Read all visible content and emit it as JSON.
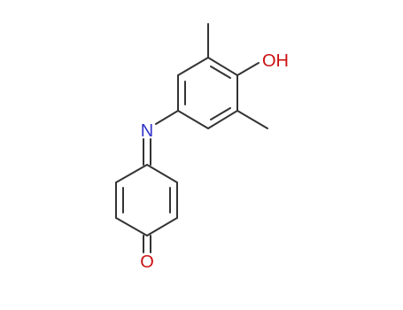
{
  "structure": {
    "atoms": [
      {
        "id": "N1",
        "label": "N",
        "color": "#3333cc"
      },
      {
        "id": "O1",
        "label": "O",
        "color": "#cc1111"
      },
      {
        "id": "OH1",
        "label": "OH",
        "color": "#cc1111"
      }
    ],
    "colors": {
      "bond": "#333333",
      "nitrogen": "#3333cc",
      "oxygen": "#cc1111"
    }
  }
}
